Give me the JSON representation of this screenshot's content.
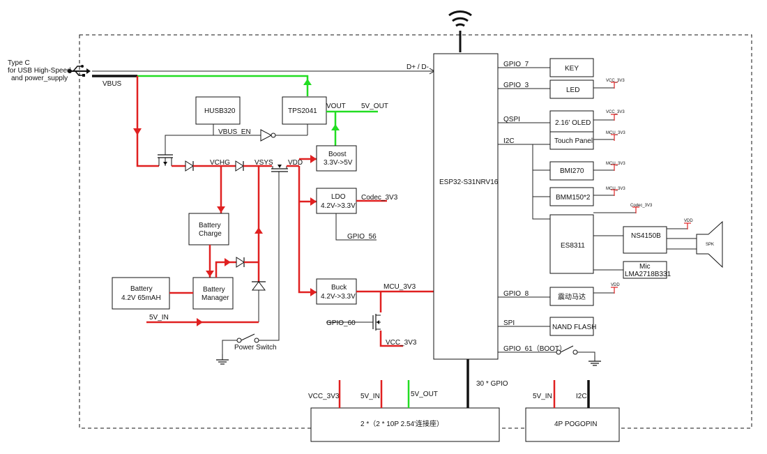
{
  "usb": {
    "line1": "Type C",
    "line2": "for USB High-Speed",
    "line3": "and power_supply",
    "vbus": "VBUS",
    "dpdm": "D+ / D-"
  },
  "blocks": {
    "husb": "HUSB320",
    "tps": "TPS2041",
    "boost1": "Boost",
    "boost2": "3.3V->5V",
    "ldo1": "LDO",
    "ldo2": "4.2V->3.3V",
    "buck1": "Buck",
    "buck2": "4.2V->3.3V",
    "charge1": "Battery",
    "charge2": "Charge",
    "manager1": "Battery",
    "manager2": "Manager",
    "battery1": "Battery",
    "battery2": "4.2V 65mAH",
    "esp": "ESP32-S31NRV16",
    "key": "KEY",
    "led": "LED",
    "oled": "2.16' OLED",
    "touch": "Touch Panel",
    "bmi": "BMI270",
    "bmm": "BMM150*2",
    "es8311": "ES8311",
    "ns4150": "NS4150B",
    "mic1": "Mic",
    "mic2": "LMA2718B331",
    "motor": "震动马达",
    "nand": "NAND FLASH",
    "conn": "2 *（2 * 10P 2.54'连接座）",
    "pogo": "4P POGOPIN",
    "spk": "SPK"
  },
  "nets": {
    "vbus_en": "VBUS_EN",
    "vout": "VOUT",
    "five_out": "5V_OUT",
    "vchg": "VCHG",
    "vsys": "VSYS",
    "vdd": "VDD",
    "codec": "Codec_3V3",
    "gpio56": "GPIO_56",
    "mcu3v3": "MCU_3V3",
    "gpio60": "GPIO_60",
    "vcc3v3": "VCC_3V3",
    "five_in": "5V_IN",
    "power_switch": "Power Switch",
    "gpio7": "GPIO_7",
    "gpio3": "GPIO_3",
    "qspi": "QSPI",
    "i2c": "I2C",
    "gpio8": "GPIO_8",
    "spi": "SPI",
    "gpio61": "GPIO_61（BOOT）",
    "gpio30": "30 * GPIO",
    "conn_vcc": "VCC_3V3",
    "conn_5vin": "5V_IN",
    "conn_5vout": "5V_OUT",
    "pogo_5vin": "5V_IN",
    "pogo_i2c": "I2C"
  },
  "rails": {
    "led": "VCC_3V3",
    "oled": "VCC_3V3",
    "touch": "MCU_3V3",
    "bmi": "MCU_3V3",
    "bmm": "MCU_3V3",
    "codec": "Codec_3V3",
    "ns": "VDD",
    "motor": "VDD"
  }
}
